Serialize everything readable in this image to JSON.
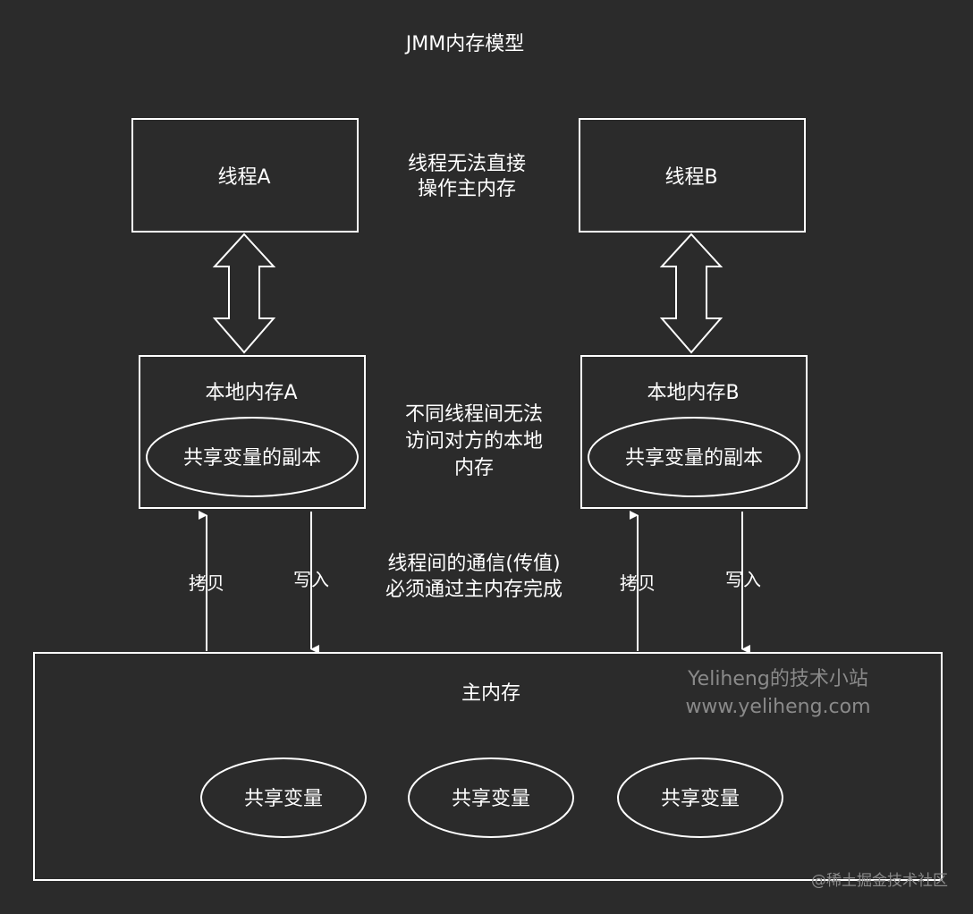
{
  "title": "JMM内存模型",
  "thread_a": {
    "label": "线程A"
  },
  "thread_b": {
    "label": "线程B"
  },
  "note_top": [
    "线程无法直接",
    "操作主内存"
  ],
  "local_a": {
    "label": "本地内存A",
    "copy_label": "共享变量的副本"
  },
  "local_b": {
    "label": "本地内存B",
    "copy_label": "共享变量的副本"
  },
  "note_middle": [
    "不同线程间无法",
    "访问对方的本地",
    "内存"
  ],
  "note_bottom": [
    "线程间的通信(传值)",
    "必须通过主内存完成"
  ],
  "arrows": {
    "copy_label": "拷贝",
    "write_label": "写入"
  },
  "main_memory": {
    "label": "主内存",
    "shared_vars": [
      "共享变量",
      "共享变量",
      "共享变量"
    ]
  },
  "watermark": {
    "line1": "Yeliheng的技术小站",
    "line2": "www.yeliheng.com"
  },
  "footer_watermark": "@稀土掘金技术社区",
  "colors": {
    "background": "#2b2b2b",
    "stroke": "#ffffff",
    "text": "#ffffff",
    "watermark": "#8a8a8a"
  }
}
